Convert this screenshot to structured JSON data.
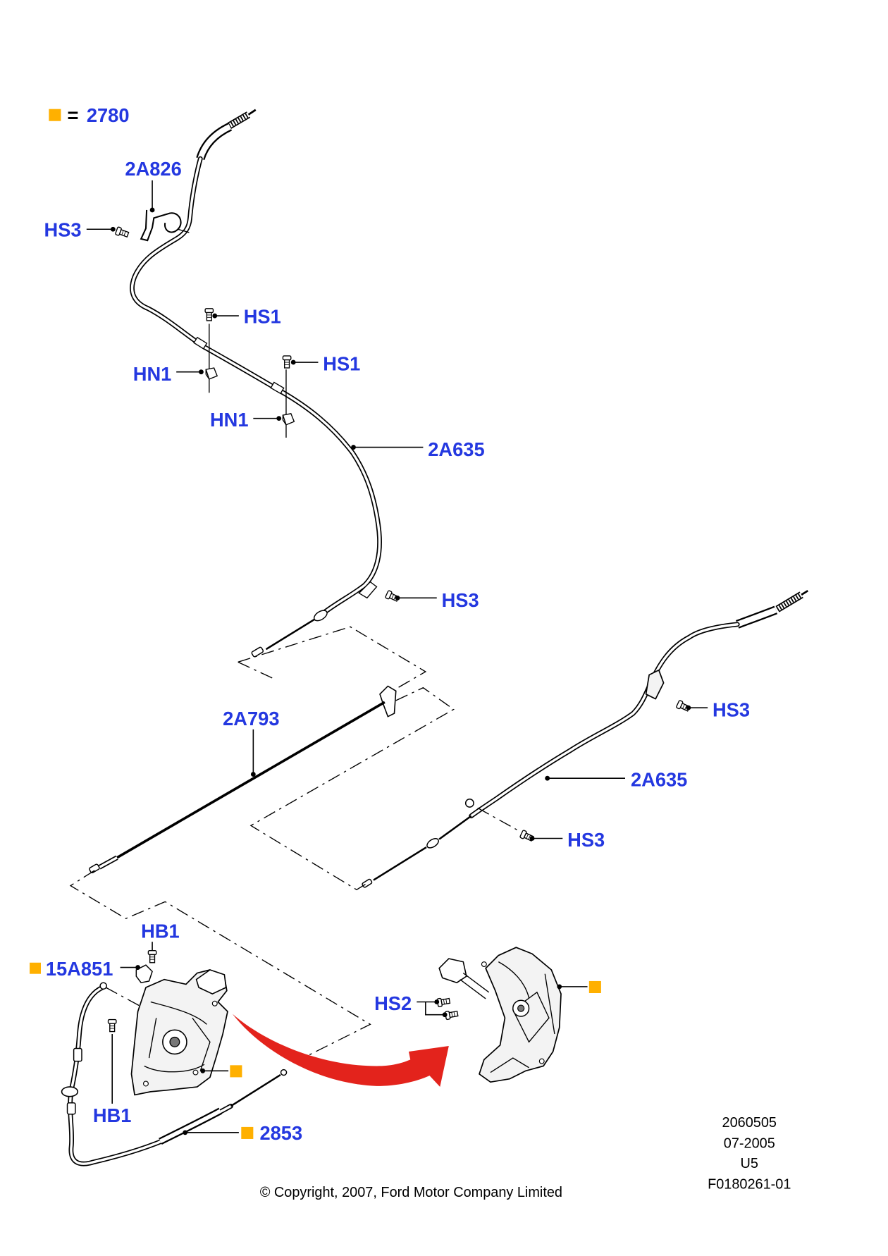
{
  "colors": {
    "label": "#2438E0",
    "marker": "#FFB000",
    "arrow": "#E3231C"
  },
  "legend": {
    "equals_sign": "=",
    "part_number": "2780"
  },
  "callouts": {
    "top_bracket": "2A826",
    "top_screw": "HS3",
    "first_screw": "HS1",
    "first_nut": "HN1",
    "second_screw": "HS1",
    "second_nut": "HN1",
    "front_cable": "2A635",
    "front_cable_screw": "HS3",
    "intermediate_cable": "2A793",
    "rear_cable_upper_screw": "HS3",
    "rear_cable": "2A635",
    "rear_cable_lower_screw": "HS3",
    "lever_upper_bolt": "HB1",
    "lever_part": "15A851",
    "lever_screws": "HS2",
    "lever_lower_bolt": "HB1",
    "lever_cable": "2853"
  },
  "footer": {
    "lines": [
      "2060505",
      "07-2005",
      "U5",
      "F0180261-01"
    ],
    "copyright": "© Copyright, 2007, Ford Motor Company Limited"
  }
}
